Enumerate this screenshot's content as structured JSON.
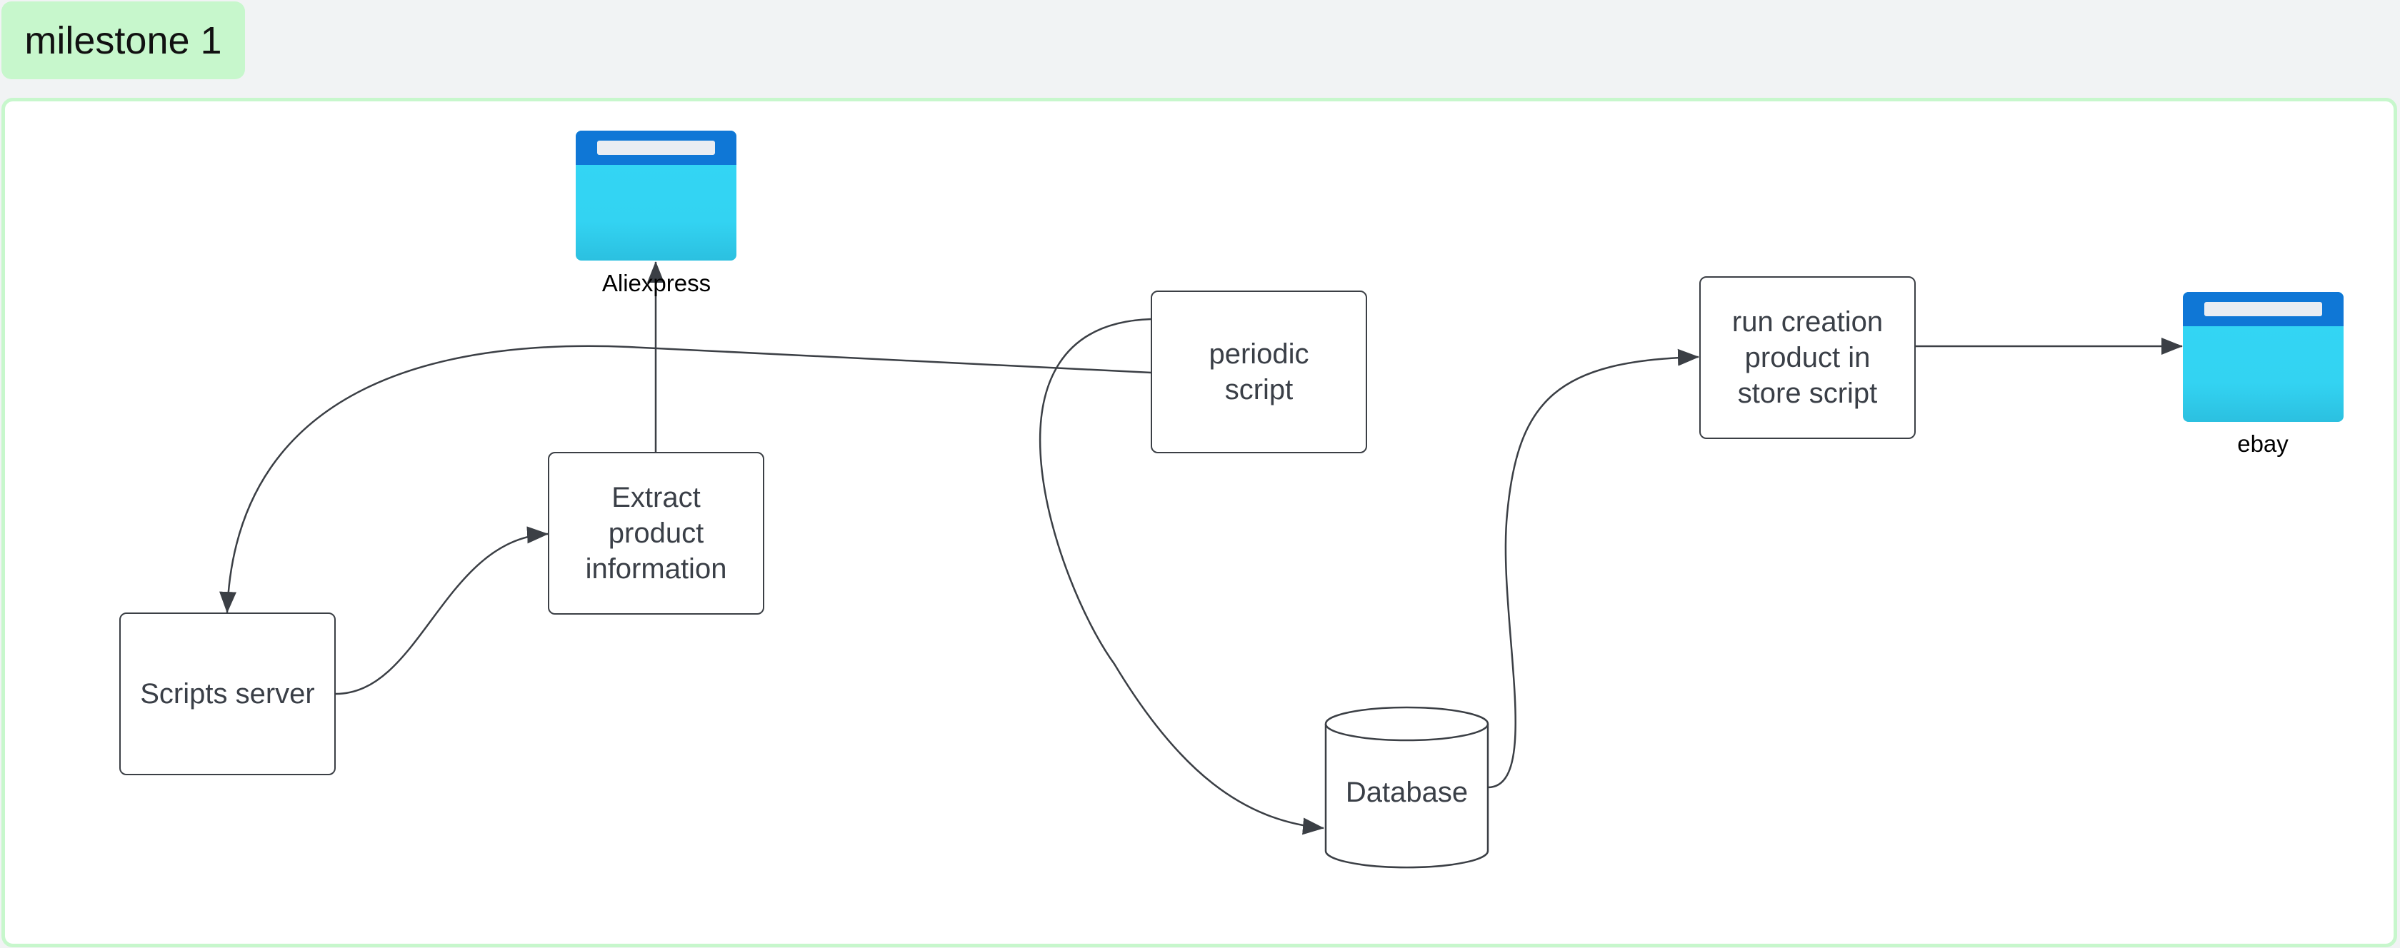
{
  "group": {
    "label": "milestone 1",
    "fill": "#c7f7cc"
  },
  "nodes": {
    "aliexpress": {
      "label": "Aliexpress",
      "icon": "browser-window-icon"
    },
    "ebay": {
      "label": "ebay",
      "icon": "browser-window-icon"
    },
    "periodic_script": {
      "label": "periodic\nscript"
    },
    "extract_product": {
      "label": "Extract\nproduct\ninformation"
    },
    "scripts_server": {
      "label": "Scripts server"
    },
    "run_creation": {
      "label": "run creation\nproduct in\nstore script"
    },
    "database": {
      "label": "Database",
      "shape": "cylinder"
    }
  },
  "edges": [
    {
      "from": "Scripts server",
      "to": "Extract product information"
    },
    {
      "from": "Extract product information",
      "to": "Aliexpress"
    },
    {
      "from": "periodic script",
      "to": "Scripts server"
    },
    {
      "from": "periodic script",
      "to": "Database"
    },
    {
      "from": "Database",
      "to": "run creation product in store script"
    },
    {
      "from": "run creation product in store script",
      "to": "ebay"
    }
  ],
  "colors": {
    "browser_bar": "#0f77d6",
    "browser_body": "#33d6f5",
    "stroke": "#3b3f45"
  }
}
